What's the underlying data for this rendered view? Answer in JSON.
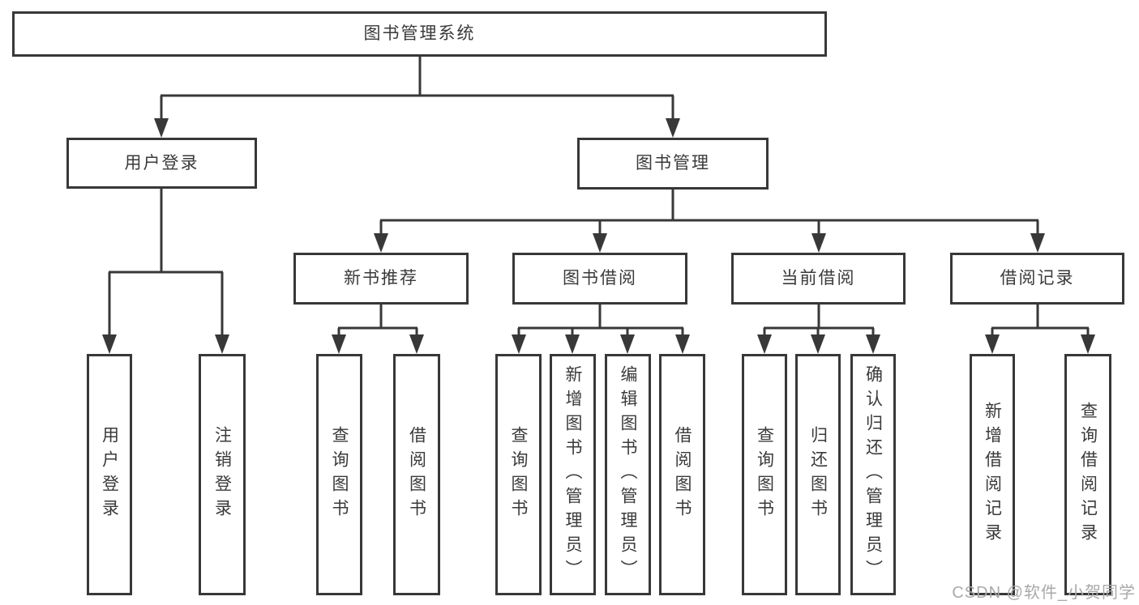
{
  "diagram": {
    "root": {
      "label": "图书管理系统"
    },
    "branches": [
      {
        "label": "用户登录",
        "children": [
          {
            "label": "用户登录"
          },
          {
            "label": "注销登录"
          }
        ]
      },
      {
        "label": "图书管理",
        "children": [
          {
            "label": "新书推荐",
            "children": [
              {
                "label": "查询图书"
              },
              {
                "label": "借阅图书"
              }
            ]
          },
          {
            "label": "图书借阅",
            "children": [
              {
                "label": "查询图书"
              },
              {
                "label": "新增图书（管理员）"
              },
              {
                "label": "编辑图书（管理员）"
              },
              {
                "label": "借阅图书"
              }
            ]
          },
          {
            "label": "当前借阅",
            "children": [
              {
                "label": "查询图书"
              },
              {
                "label": "归还图书"
              },
              {
                "label": "确认归还（管理员）"
              }
            ]
          },
          {
            "label": "借阅记录",
            "children": [
              {
                "label": "新增借阅记录"
              },
              {
                "label": "查询借阅记录"
              }
            ]
          }
        ]
      }
    ]
  },
  "watermark": {
    "text": "CSDN @软件_小贺同学"
  },
  "colors": {
    "line": "#383838",
    "text": "#3a3a3a",
    "watermark": "#a9a9a9",
    "background": "#ffffff"
  }
}
